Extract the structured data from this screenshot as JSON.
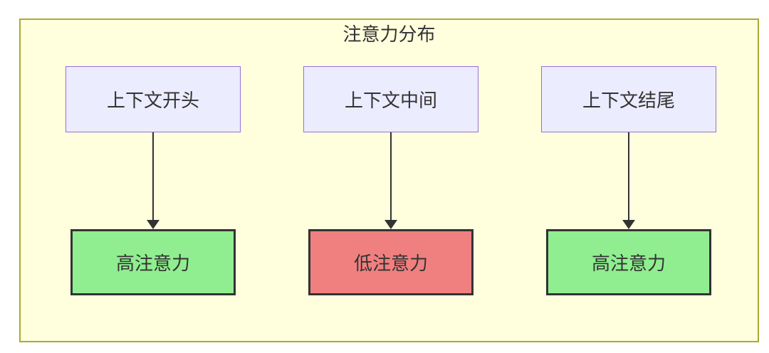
{
  "diagram": {
    "title": "注意力分布",
    "type": "flowchart",
    "columns": [
      {
        "source": {
          "label": "上下文开头"
        },
        "target": {
          "label": "高注意力",
          "level": "high",
          "fill": "#90EE90"
        }
      },
      {
        "source": {
          "label": "上下文中间"
        },
        "target": {
          "label": "低注意力",
          "level": "low",
          "fill": "#F08080"
        }
      },
      {
        "source": {
          "label": "上下文结尾"
        },
        "target": {
          "label": "高注意力",
          "level": "high",
          "fill": "#90EE90"
        }
      }
    ]
  },
  "colors": {
    "page_background": "#FFFFFF",
    "container_fill": "#FFFFDE",
    "container_border": "#AAAA33",
    "source_node_fill": "#ECECFF",
    "source_node_border": "#9370DB",
    "high_attention_fill": "#90EE90",
    "low_attention_fill": "#F08080",
    "target_node_border": "#333333",
    "arrow_color": "#333333",
    "text_color": "#333333"
  }
}
